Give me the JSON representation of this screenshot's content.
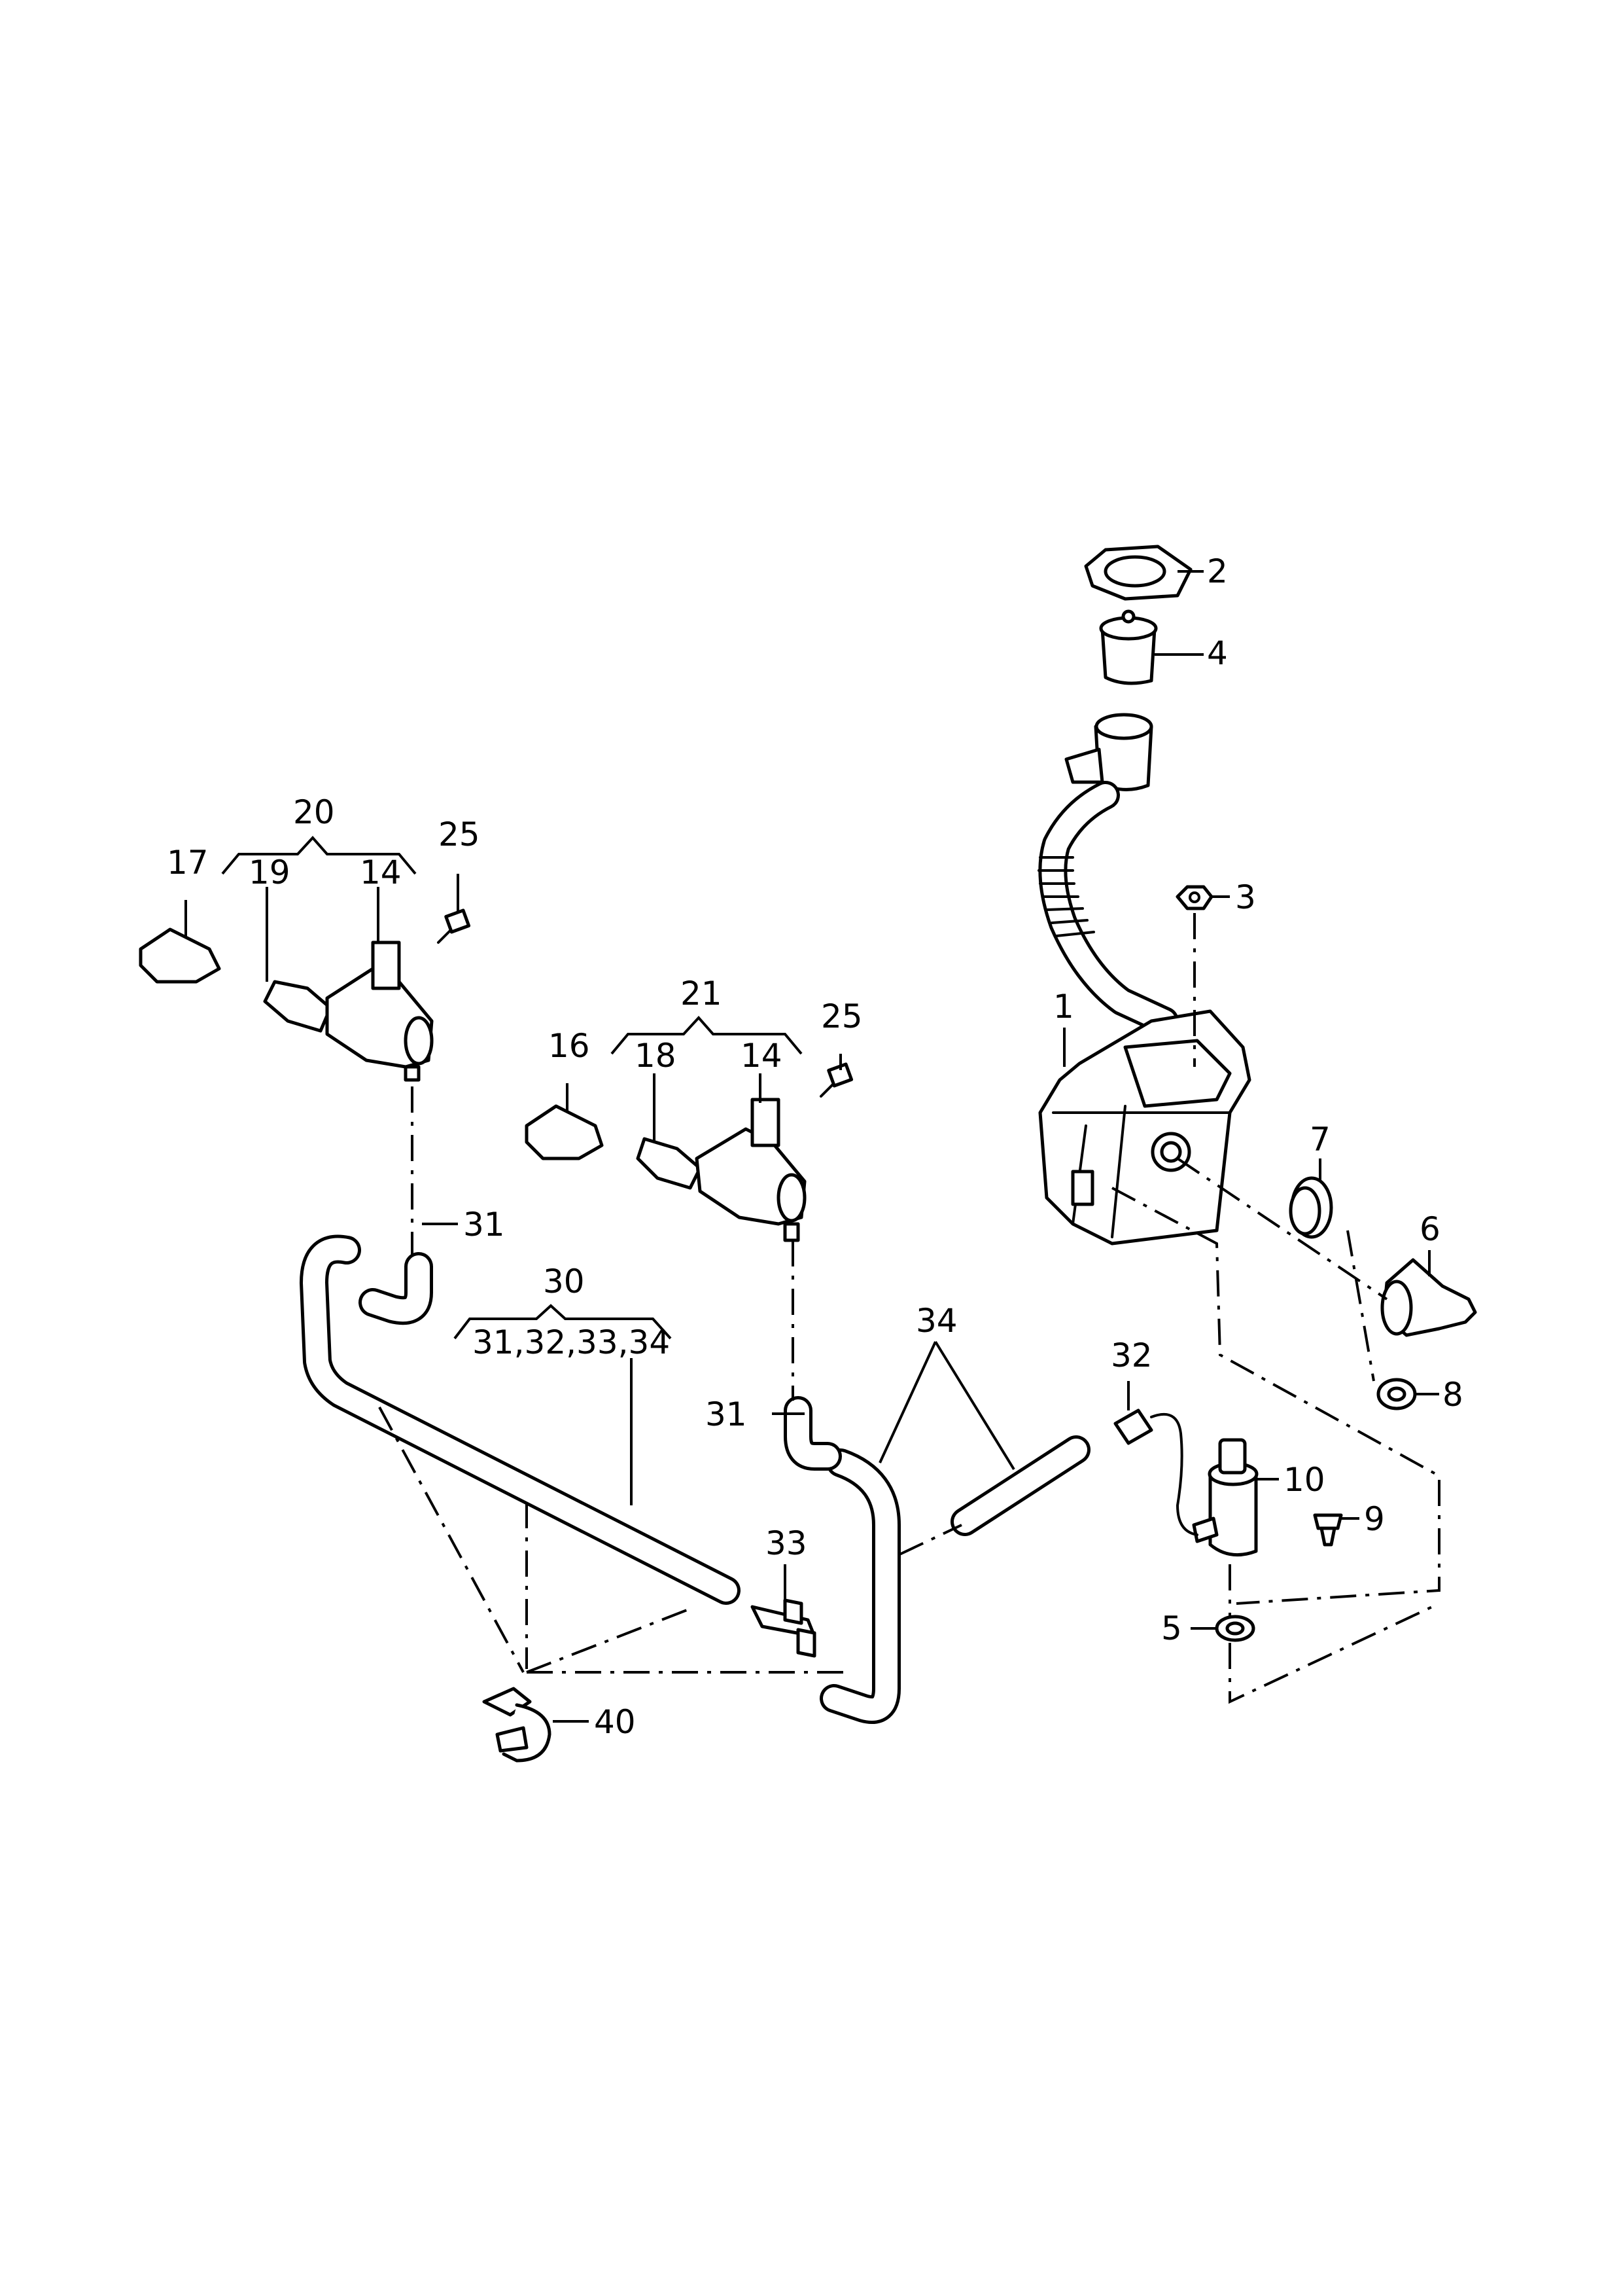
{
  "labels": {
    "l1": "1",
    "l2": "2",
    "l3": "3",
    "l4": "4",
    "l5": "5",
    "l6": "6",
    "l7": "7",
    "l8": "8",
    "l9": "9",
    "l10": "10",
    "l14a": "14",
    "l14b": "14",
    "l16": "16",
    "l17": "17",
    "l18": "18",
    "l19": "19",
    "l20": "20",
    "l21": "21",
    "l25a": "25",
    "l25b": "25",
    "l30": "30",
    "l30set": "31,32,33,34",
    "l31a": "31",
    "l31b": "31",
    "l32": "32",
    "l33": "33",
    "l34": "34",
    "l40": "40"
  }
}
